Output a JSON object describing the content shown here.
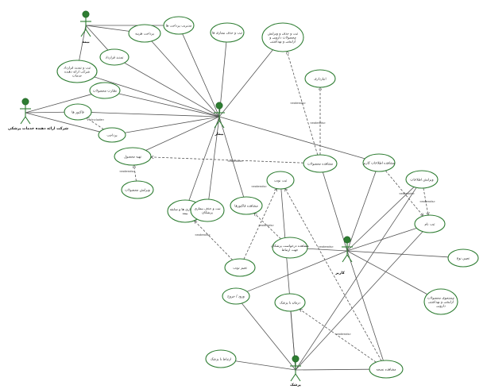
{
  "colors": {
    "accent": "#2e7d32",
    "line": "#555555",
    "background": "#ffffff"
  },
  "actors": [
    {
      "id": "a_bime",
      "label": "بیمه"
    },
    {
      "id": "a_co",
      "label": "شرکت ارائه دهنده خدمات پزشکی"
    },
    {
      "id": "a_bimar",
      "label": "بیمار"
    },
    {
      "id": "a_karbar",
      "label": "کاربر"
    },
    {
      "id": "a_pezeshk",
      "label": "پزشک"
    }
  ],
  "usecases": [
    {
      "id": "u1",
      "lines": [
        "پرداخت هزینه"
      ]
    },
    {
      "id": "u2",
      "lines": [
        "مدیریت پرداخت ها"
      ]
    },
    {
      "id": "u3",
      "lines": [
        "ثبت و حذف بیماری ها"
      ]
    },
    {
      "id": "u4",
      "lines": [
        "ثبت و حذف و ویرایش",
        "محصولات دارویی و",
        "آرایشی و بهداشتی"
      ]
    },
    {
      "id": "u5",
      "lines": [
        "تمدید قرارداد"
      ]
    },
    {
      "id": "u6",
      "lines": [
        "ثبت و تمدید قرارداد",
        "شرکت ارائه دهنده",
        "خدمات"
      ]
    },
    {
      "id": "u7",
      "lines": [
        "انبارداری"
      ]
    },
    {
      "id": "u8",
      "lines": [
        "نظارت محصولات"
      ]
    },
    {
      "id": "u9",
      "lines": [
        "فاکتور ها"
      ]
    },
    {
      "id": "u10",
      "lines": [
        "پرداخت"
      ]
    },
    {
      "id": "u11",
      "lines": [
        "تهیه محصول"
      ]
    },
    {
      "id": "u12",
      "lines": [
        "مشاهده محصولات"
      ]
    },
    {
      "id": "u13",
      "lines": [
        "مشاهده اطلاعات کاربر"
      ]
    },
    {
      "id": "u14",
      "lines": [
        "ویرایش محصولات"
      ]
    },
    {
      "id": "u15",
      "lines": [
        "ویرایش اطلاعات"
      ]
    },
    {
      "id": "u16",
      "lines": [
        "ثبت نوبت"
      ]
    },
    {
      "id": "u17",
      "lines": [
        "ثبت بیماری ها و سابقه",
        "بیمه"
      ]
    },
    {
      "id": "u18",
      "lines": [
        "ثبت و حذف بیماری",
        "پزشکان"
      ]
    },
    {
      "id": "u19",
      "lines": [
        "مشاهده فاکتورها"
      ]
    },
    {
      "id": "u20",
      "lines": [
        "ثبت نام"
      ]
    },
    {
      "id": "u21",
      "lines": [
        "مشاهده درخواست پزشکان",
        "جهت ارتباط"
      ]
    },
    {
      "id": "u22",
      "lines": [
        "تغییر نوبت"
      ]
    },
    {
      "id": "u23",
      "lines": [
        "تعیین نوع"
      ]
    },
    {
      "id": "u24",
      "lines": [
        "جستجوی محصولات",
        "آرایشی و بهداشتی",
        "دارویی"
      ]
    },
    {
      "id": "u25",
      "lines": [
        "ورود / خروج"
      ]
    },
    {
      "id": "u26",
      "lines": [
        "درمان با پزشک"
      ]
    },
    {
      "id": "u27",
      "lines": [
        "ارتباط با پزشک"
      ]
    },
    {
      "id": "u28",
      "lines": [
        "مشاهده نسخه"
      ]
    }
  ],
  "stereotypes": {
    "extend": "«extends»",
    "include": "«include»"
  },
  "relations_labeled": [
    {
      "id": "r1",
      "kind": "include"
    },
    {
      "id": "r2",
      "kind": "extend"
    },
    {
      "id": "r3",
      "kind": "extend"
    },
    {
      "id": "r4",
      "kind": "extend"
    },
    {
      "id": "r5",
      "kind": "extend"
    },
    {
      "id": "r6",
      "kind": "extend"
    },
    {
      "id": "r7",
      "kind": "extend"
    },
    {
      "id": "r8",
      "kind": "extend"
    },
    {
      "id": "r9",
      "kind": "extend"
    },
    {
      "id": "r10",
      "kind": "extend"
    },
    {
      "id": "r11",
      "kind": "extend"
    },
    {
      "id": "r12",
      "kind": "extend"
    }
  ]
}
